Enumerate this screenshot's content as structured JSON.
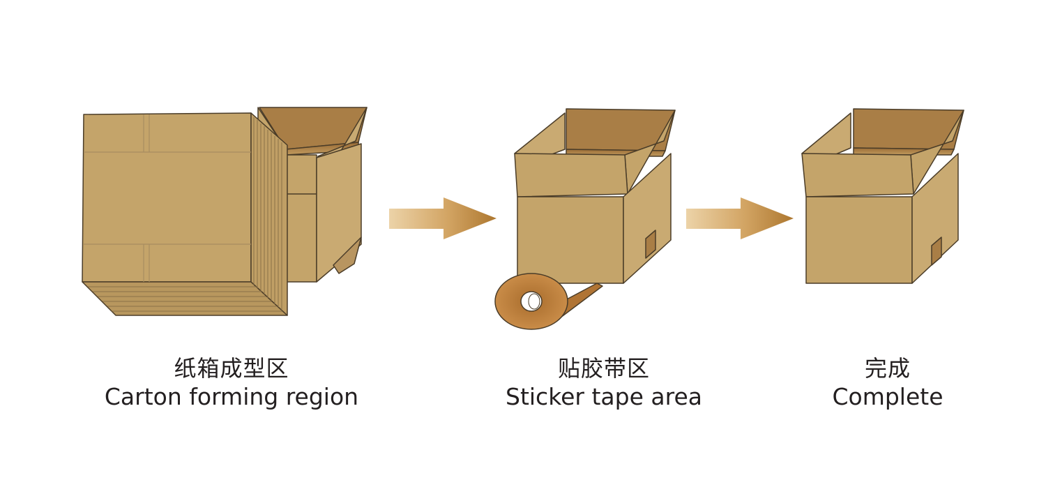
{
  "steps": [
    {
      "zh": "纸箱成型区",
      "en": "Carton forming region"
    },
    {
      "zh": "贴胶带区",
      "en": "Sticker tape area"
    },
    {
      "zh": "完成",
      "en": "Complete"
    }
  ],
  "colors": {
    "cardboard": "#c4a46a",
    "cardboard_dark": "#b08a4f",
    "interior": "#a97e46",
    "outline": "#4a3c28",
    "tape": "#b97c3a",
    "arrow_light": "#e7c99a",
    "arrow_dark": "#b27a33"
  }
}
